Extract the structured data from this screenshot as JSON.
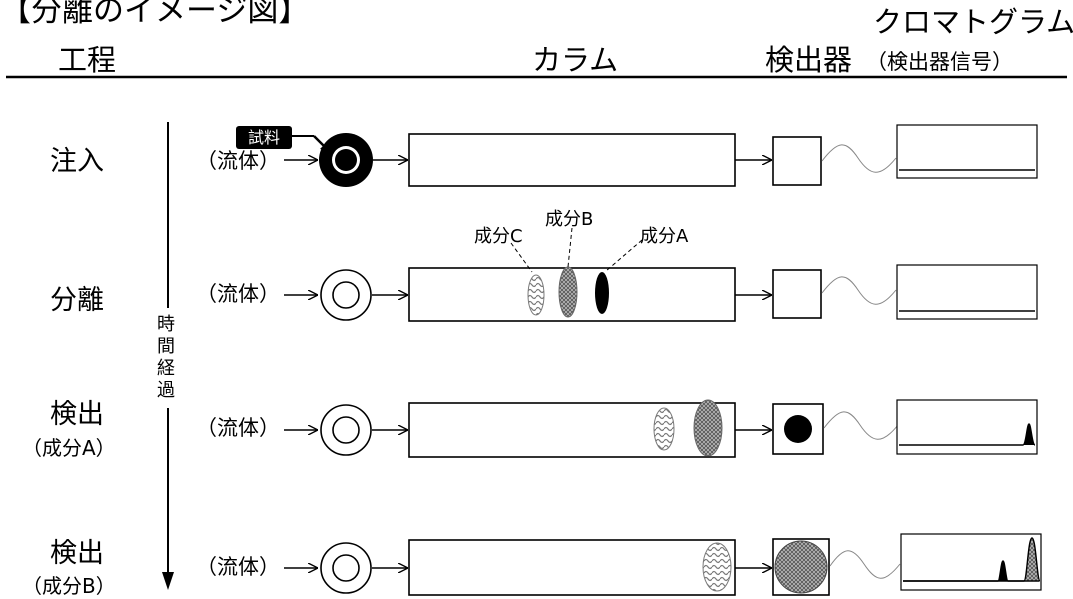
{
  "title": "【分離のイメージ図】",
  "headers": {
    "process": "工程",
    "column": "カラム",
    "detector": "検出器",
    "chromatogram": "クロマトグラム",
    "chromatogram_sub": "（検出器信号）"
  },
  "sample_label": "試料",
  "time_axis_label": "時間経過",
  "components": [
    {
      "label": "成分C",
      "pattern": "wave"
    },
    {
      "label": "成分B",
      "pattern": "crosshatch"
    },
    {
      "label": "成分A",
      "pattern": "solid"
    }
  ],
  "stages": [
    {
      "name": "注入",
      "sub": "",
      "fluid": "（流体）",
      "injector": "filled-ring",
      "detector": "empty",
      "peaks": []
    },
    {
      "name": "分離",
      "sub": "",
      "fluid": "（流体）",
      "injector": "open-ring",
      "detector": "empty",
      "peaks": []
    },
    {
      "name": "検出",
      "sub": "（成分A）",
      "fluid": "（流体）",
      "injector": "open-ring",
      "detector": "solid-dot",
      "peaks": [
        "A"
      ]
    },
    {
      "name": "検出",
      "sub": "（成分B）",
      "fluid": "（流体）",
      "injector": "open-ring",
      "detector": "crosshatch-disc",
      "peaks": [
        "A",
        "B"
      ]
    }
  ],
  "colors": {
    "ink": "#000000",
    "background": "#ffffff",
    "patternGray": "#8a8a8a"
  }
}
